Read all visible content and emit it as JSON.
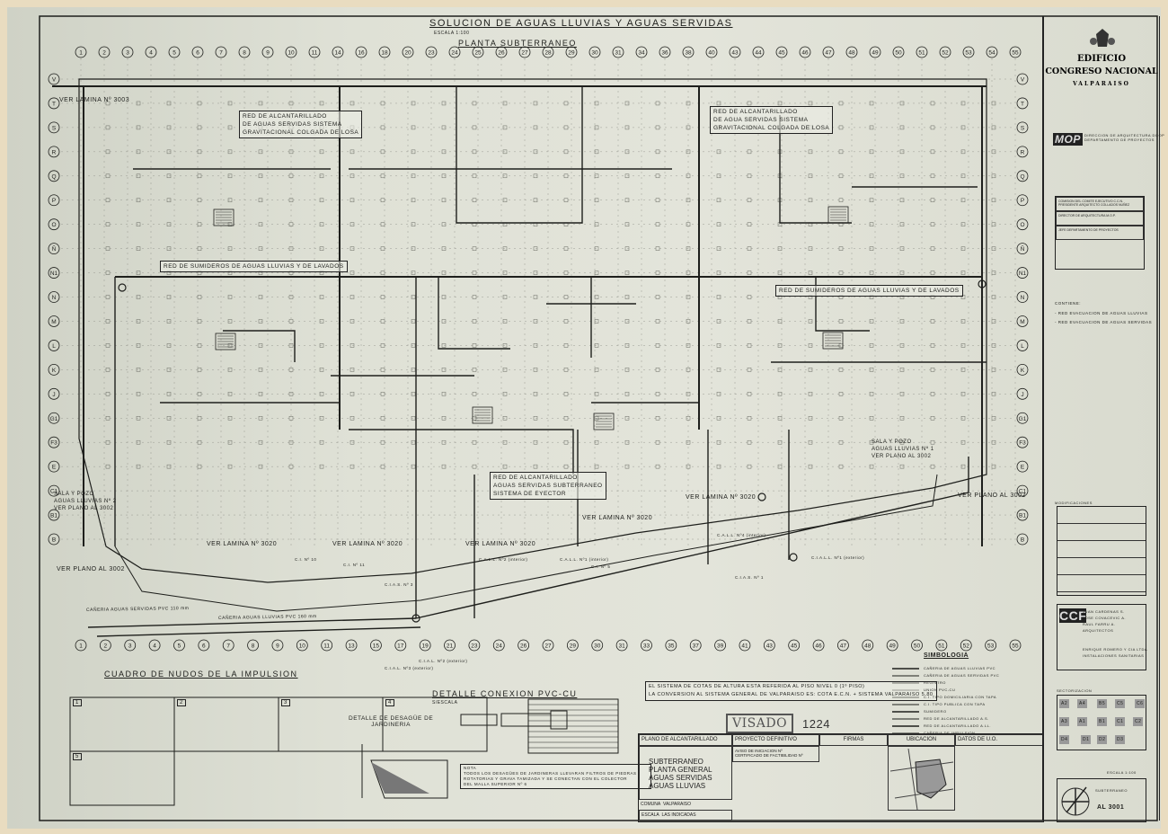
{
  "header": {
    "title": "SOLUCION DE AGUAS LLUVIAS Y AGUAS SERVIDAS",
    "scale": "ESCALA 1:100",
    "subtitle": "PLANTA SUBTERRANEO"
  },
  "grid": {
    "top_axes": [
      "1",
      "2",
      "3",
      "4",
      "5",
      "6",
      "7",
      "8",
      "9",
      "10",
      "11",
      "14",
      "16",
      "18",
      "20",
      "23",
      "24",
      "25",
      "26",
      "27",
      "28",
      "29",
      "30",
      "31",
      "34",
      "36",
      "38",
      "40",
      "43",
      "44",
      "45",
      "46",
      "47",
      "48",
      "49",
      "50",
      "51",
      "52",
      "53",
      "54",
      "55"
    ],
    "bottom_axes": [
      "1",
      "2",
      "3",
      "4",
      "5",
      "6",
      "7",
      "8",
      "9",
      "10",
      "11",
      "13",
      "15",
      "17",
      "19",
      "21",
      "23",
      "24",
      "26",
      "27",
      "29",
      "30",
      "31",
      "33",
      "35",
      "37",
      "39",
      "41",
      "43",
      "45",
      "46",
      "47",
      "48",
      "49",
      "50",
      "51",
      "52",
      "53",
      "55"
    ],
    "row_axes": [
      "V",
      "T",
      "S",
      "R",
      "Q",
      "P",
      "O",
      "Ñ",
      "N1",
      "N",
      "M",
      "L",
      "K",
      "J",
      "G1",
      "F3",
      "E",
      "C1",
      "B1",
      "B"
    ]
  },
  "annotations": {
    "red_servidas_1": [
      "RED DE ALCANTARILLADO",
      "DE AGUAS SERVIDAS SISTEMA",
      "GRAVITACIONAL COLGADA DE LOSA"
    ],
    "red_servidas_2": [
      "RED DE ALCANTARILLADO",
      "DE AGUA SERVIDAS SISTEMA",
      "GRAVITACIONAL COLGADA DE LOSA"
    ],
    "sumideros_1": "RED DE SUMIDEROS DE AGUAS LLUVIAS Y DE LAVADOS",
    "sumideros_2": "RED DE SUMIDEROS DE AGUAS LLUVIAS Y DE LAVADOS",
    "eyector": [
      "RED DE ALCANTARILLADO",
      "AGUAS SERVIDAS SUBTERRANEO",
      "SISTEMA DE EYECTOR"
    ],
    "ver_lamina_3003": "VER LAMINA Nº 3003",
    "ver_lamina_3020_a": "VER LAMINA Nº 3020",
    "ver_lamina_3020_b": "VER LAMINA Nº 3020",
    "ver_lamina_3020_c": "VER LAMINA Nº 3020",
    "ver_lamina_3020_d": "VER LAMINA Nº 3020",
    "ver_lamina_3020_e": "VER LAMINA Nº 3020",
    "sala_pozo_left": [
      "SALA Y POZO",
      "AGUAS LLUVIAS Nº 2",
      "VER PLANO AL 3002"
    ],
    "sala_pozo_right": [
      "SALA Y POZO",
      "AGUAS LLUVIAS Nº 1",
      "VER PLANO AL 3002"
    ],
    "ver_plano_left": "VER PLANO AL 3002",
    "ver_plano_right": "VER PLANO AL 3002",
    "camara_nodes": [
      "C.I.A.L. Nº3 (exterior)",
      "C.I. Nº 11",
      "C.I. Nº 10",
      "C.A.L.L. Nº2 (interior)",
      "C.A.L.L. Nº1 (interior)",
      "C.I. Nº 5",
      "C.I.A.S. Nº 3",
      "C.I.A.S. Nº 1",
      "C.A.L.L. Nº4 (interior)",
      "C.I.A.L.L. Nº1 (exterior)",
      "C.I.A.L. Nº2 (exterior)"
    ],
    "colector_1": "CAÑERIA AGUAS SERVIDAS PVC 110 mm",
    "colector_2": "CAÑERIA AGUAS LLUVIAS PVC 160 mm"
  },
  "details": {
    "cuadro_title": "CUADRO DE NUDOS DE LA IMPULSION",
    "nudos": [
      "1",
      "2",
      "3",
      "4",
      "5"
    ],
    "jardineria_title": [
      "DETALLE DE DESAGÜE DE",
      "JARDINERIA"
    ],
    "conexion_title": "DETALLE CONEXION PVC-CU",
    "conexion_scale": "S/ESCALA",
    "nota": [
      "NOTA",
      "TODOS LOS DESAGÜES DE JARDINERAS LLEVARAN FILTROS DE PIEDRAS",
      "ROTATORIAS Y GRAVA TAMIZADA Y SE CONECTAN CON EL COLECTOR",
      "DEL MALLA SUPERIOR Nº 6"
    ],
    "cotas_note": [
      "EL SISTEMA DE COTAS DE ALTURA ESTA REFERIDA AL PISO NIVEL 0 (1º PISO)",
      "LA CONVERSION AL SISTEMA GENERAL DE VALPARAISO ES: COTA E.C.N. + SISTEMA VALPARAISO 5.80"
    ],
    "stamp": "VISADO",
    "stamp_number": "1224"
  },
  "simbologia": {
    "title": "SIMBOLOGIA",
    "items": [
      "CAÑERIA DE AGUAS LLUVIAS PVC",
      "CAÑERIA DE AGUAS SERVIDAS PVC",
      "REGISTRO",
      "UNION PVC-CU",
      "C.I. TIPO DOMICILIARIA CON TAPA",
      "C.I. TIPO PUBLICA CON TAPA",
      "SUMIDERO",
      "RED DE ALCANTARILLADO A.S.",
      "RED DE ALCANTARILLADO A.LL.",
      "CAÑERIA DE IMPULSION"
    ]
  },
  "title_block": {
    "plano": "PLANO DE ALCANTARILLADO",
    "proyecto": "PROYECTO DEFINITIVO",
    "firmas": "FIRMAS",
    "ubicacion": "UBICACION",
    "datos": "DATOS DE U.O.",
    "aviso": "AVISO DE INICIACION Nº",
    "certificado": "CERTIFICADO DE FACTIBILIDAD Nº",
    "sheet_name": [
      "SUBTERRANEO",
      "PLANTA GENERAL",
      "AGUAS SERVIDAS",
      "AGUAS LLUVIAS"
    ],
    "comuna_label": "COMUNA",
    "comuna": "VALPARAISO",
    "escala_label": "ESCALA",
    "escala": "LAS INDICADAS"
  },
  "sidebar": {
    "building": [
      "EDIFICIO",
      "CONGRESO NACIONAL"
    ],
    "city": "VALPARAISO",
    "mop": "MOP",
    "mop_text": [
      "DIRECCION DE ARQUITECTURA DGOP",
      "DEPARTAMENTO DE PROYECTOS"
    ],
    "authorities": [
      "COMISION DEL COMITE EJECUTIVO C.C.N. PRESIDENTE ARQUITECTO COLLADOS NUÑEZ",
      "DIRECTOR DE ARQUITECTURA M.O.P.",
      "JEFE DEPARTAMENTO DE PROYECTOS"
    ],
    "contents_label": "CONTIENE:",
    "contents": [
      "- RED EVACUACION DE AGUAS LLUVIAS",
      "- RED EVACUACION DE AGUAS SERVIDAS"
    ],
    "modificaciones": "MODIFICACIONES",
    "architects": [
      "JUAN CARDENAS S.",
      "JOSE COVACEVIC A.",
      "RAUL FARRU A.",
      "ARQUITECTOS"
    ],
    "engineer": [
      "ENRIQUE ROMERO Y CIA LTDA",
      "INSTALACIONES SANITARIAS"
    ],
    "sectorizacion": "SECTORIZACION",
    "sectors": [
      "A2",
      "A4",
      "B5",
      "C5",
      "C6",
      "A3",
      "A1",
      "B1",
      "C1",
      "C2",
      "D4",
      "D1",
      "D2",
      "D3"
    ],
    "escala": "ESCALA 1:100",
    "sector": "SUBTERRANEO",
    "plano_no": "AL 3001"
  },
  "colors": {
    "ink": "#1e1f1c",
    "paper": "#dfe1d6",
    "border": "#e9dcc0"
  }
}
